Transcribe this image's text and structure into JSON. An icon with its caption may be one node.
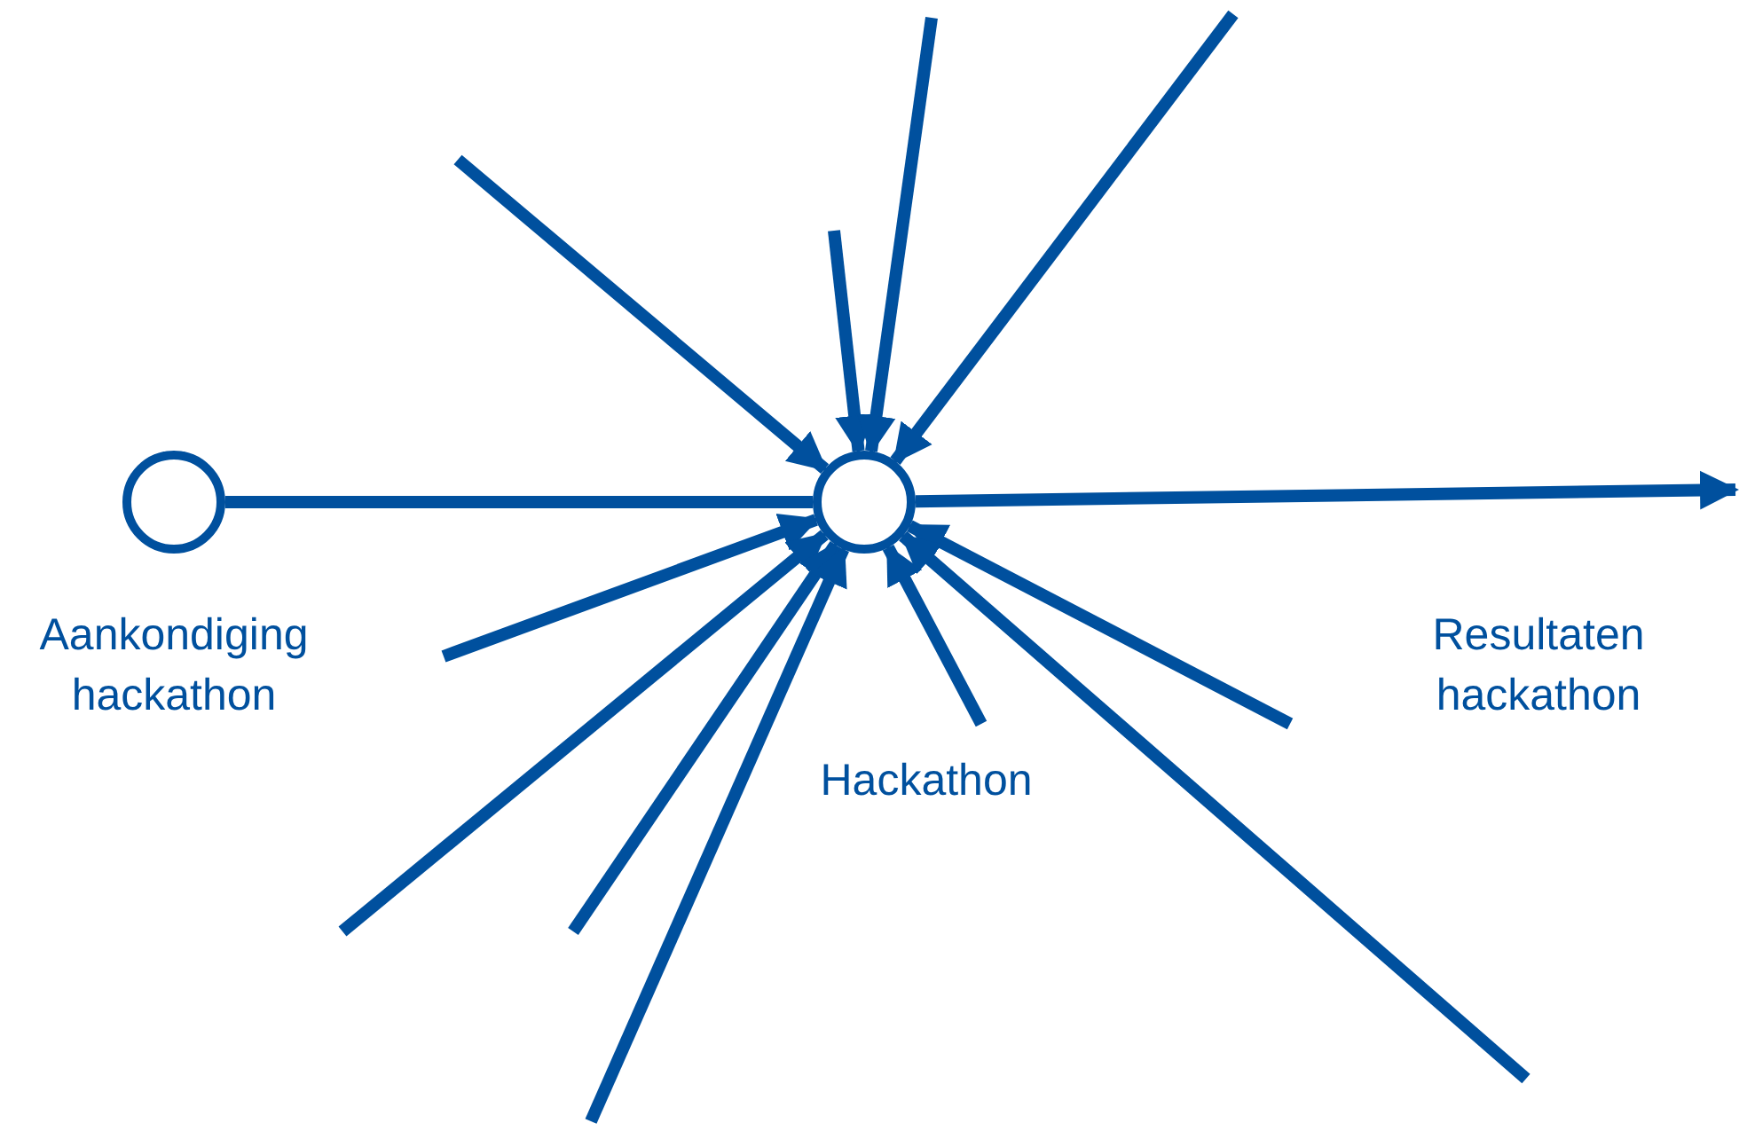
{
  "diagram": {
    "nodes": [
      {
        "text": [],
        "shape": "circle",
        "beside": [
          "Aankondiging hackathon"
        ]
      },
      {
        "text": [],
        "shape": "circle"
      }
    ],
    "edges": [
      {
        "from": 0,
        "to": 1,
        "arrow": "none"
      },
      {
        "from": 1,
        "to": null,
        "arrow": "to"
      },
      {
        "from": null,
        "to": 1,
        "arrow": "to"
      },
      {
        "from": null,
        "to": 1,
        "arrow": "to"
      },
      {
        "from": null,
        "to": 1,
        "arrow": "to"
      },
      {
        "from": null,
        "to": 1,
        "arrow": "to"
      },
      {
        "from": null,
        "to": 1,
        "arrow": "to"
      },
      {
        "from": null,
        "to": 1,
        "arrow": "to"
      },
      {
        "from": null,
        "to": 1,
        "arrow": "to"
      },
      {
        "from": null,
        "to": 1,
        "arrow": "to"
      },
      {
        "from": null,
        "to": 1,
        "arrow": "to"
      },
      {
        "from": null,
        "to": 1,
        "arrow": "to"
      },
      {
        "from": null,
        "to": 1,
        "arrow": "to"
      }
    ],
    "labels": [
      "Resultaten hackathon",
      "Hackathon"
    ]
  }
}
